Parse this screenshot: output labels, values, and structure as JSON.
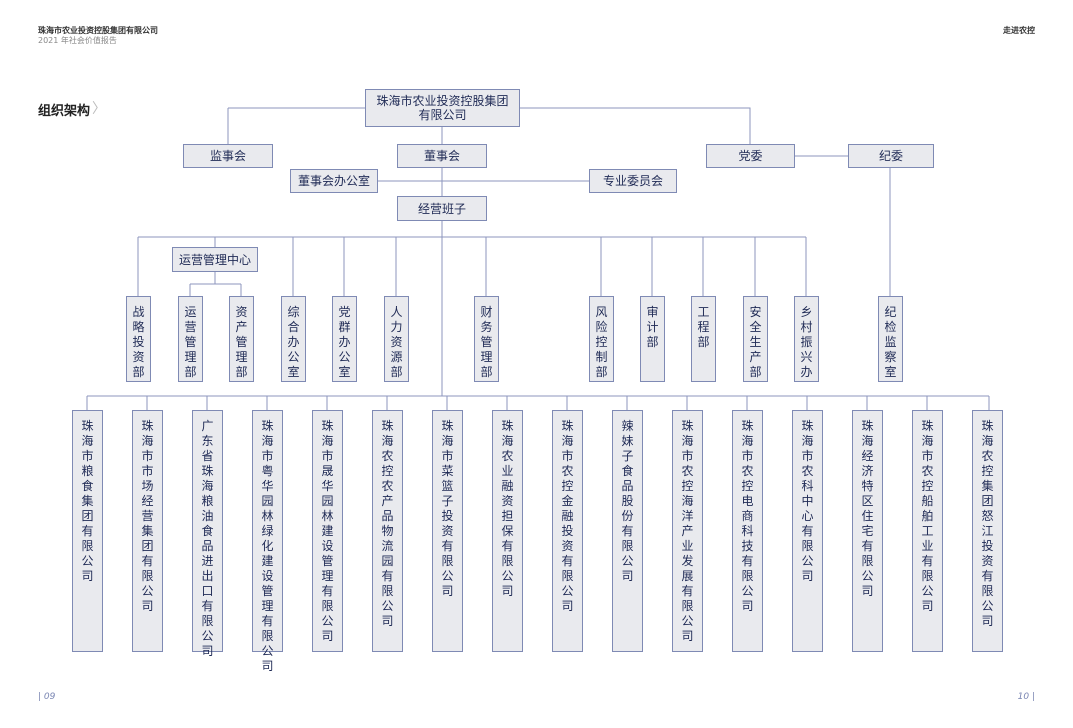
{
  "header": {
    "company": "珠海市农业投资控股集团有限公司",
    "report": "2021 年社会价值报告",
    "right": "走进农控"
  },
  "section": {
    "title": "组织架构",
    "chevron": "〉"
  },
  "footer": {
    "page_left": "09",
    "page_right": "10"
  },
  "org": {
    "group_line1": "珠海市农业投资控股集团",
    "group_line2": "有限公司",
    "supervisors": "监事会",
    "board": "董事会",
    "party": "党委",
    "discipline": "纪委",
    "board_office": "董事会办公室",
    "committee": "专业委员会",
    "management": "经营班子",
    "ops_center": "运营管理中心",
    "departments": [
      "战略投资部",
      "运营管理部",
      "资产管理部",
      "综合办公室",
      "党群办公室",
      "人力资源部",
      "财务管理部",
      "风险控制部",
      "审计部",
      "工程部",
      "安全生产部",
      "乡村振兴办"
    ],
    "discipline_office": "纪检监察室",
    "subsidiaries": [
      "珠海市粮食集团有限公司",
      "珠海市市场经营集团有限公司",
      "广东省珠海粮油食品进出口有限公司",
      "珠海市粤华园林绿化建设管理有限公司",
      "珠海市晟华园林建设管理有限公司",
      "珠海农控农产品物流园有限公司",
      "珠海市菜篮子投资有限公司",
      "珠海农业融资担保有限公司",
      "珠海市农控金融投资有限公司",
      "辣妹子食品股份有限公司",
      "珠海市农控海洋产业发展有限公司",
      "珠海市农控电商科技有限公司",
      "珠海市农科中心有限公司",
      "珠海经济特区住宅有限公司",
      "珠海市农控船舶工业有限公司",
      "珠海农控集团怒江投资有限公司"
    ]
  }
}
